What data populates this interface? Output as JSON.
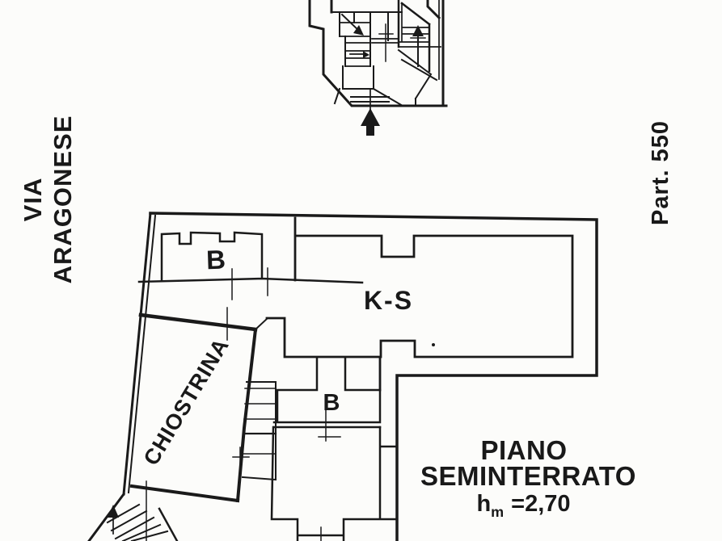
{
  "colors": {
    "ink": "#1a1a1a",
    "paper": "#fcfcfa"
  },
  "labels": {
    "street": {
      "line1": "VIA",
      "line2": "ARAGONESE"
    },
    "parcel": "Part. 550",
    "rooms": {
      "upper_bath": "B",
      "kitchen_soggiorno": "K-S",
      "courtyard": "CHIOSTRINA",
      "lower_bath": "B"
    },
    "floor": {
      "line1": "PIANO",
      "line2": "SEMINTERRATO"
    },
    "height": {
      "symbol": "h",
      "subscript": "m",
      "value": "=2,70"
    }
  }
}
